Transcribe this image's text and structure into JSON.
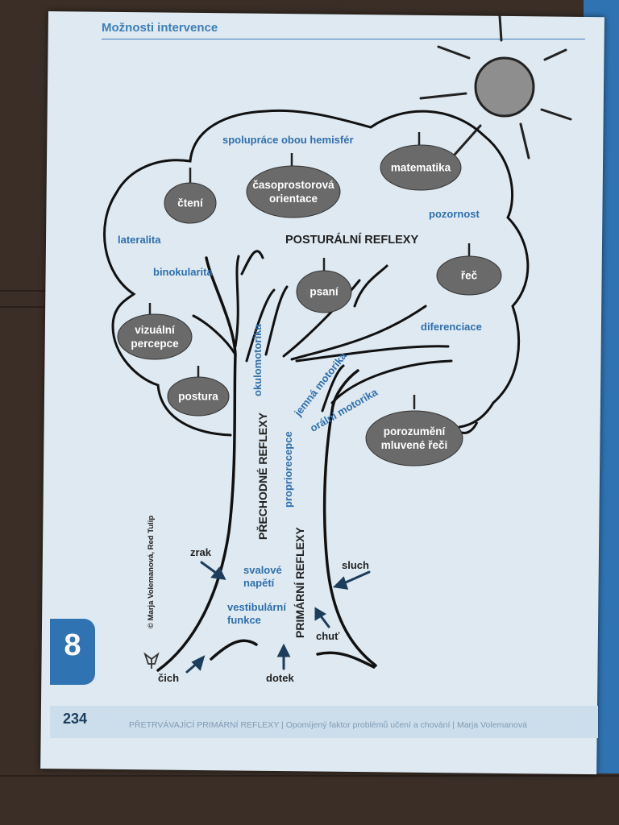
{
  "header": {
    "title": "Možnosti intervence"
  },
  "fruits": {
    "cteni": "čtení",
    "casoprostorova": "časoprostorová\norientace",
    "matematika": "matematika",
    "psani": "psaní",
    "rec": "řeč",
    "vizualni": "vizuální\npercepce",
    "postura": "postura",
    "porozumeni": "porozumění\nmluvené řeči"
  },
  "labels": {
    "spoluprace": "spolupráce obou hemisfér",
    "pozornost": "pozornost",
    "lateralita": "lateralita",
    "posturalni": "POSTURÁLNÍ REFLEXY",
    "binokularita": "binokularita",
    "diferenciace": "diferenciace",
    "okulomotorika": "okulomotorika",
    "jemna": "jemná motorika",
    "oralni": "orální motorika",
    "prechodne": "PŘECHODNÉ REFLEXY",
    "propriorecepce": "propriorecepce",
    "primarni": "PRIMÁRNÍ REFLEXY",
    "svalove": "svalové\nnapětí",
    "vestibularni": "vestibulární\nfunkce",
    "zrak": "zrak",
    "sluch": "sluch",
    "chut": "chuť",
    "cich": "čich",
    "dotek": "dotek",
    "copyright": "© Marja Volemanová, Red Tulip"
  },
  "chapter": {
    "number": "8"
  },
  "footer": {
    "page_number": "234",
    "text": "PŘETRVÁVAJÍCÍ PRIMÁRNÍ REFLEXY  |  Opomíjený faktor problémů učení a chování  |  Marja Volemanová"
  }
}
